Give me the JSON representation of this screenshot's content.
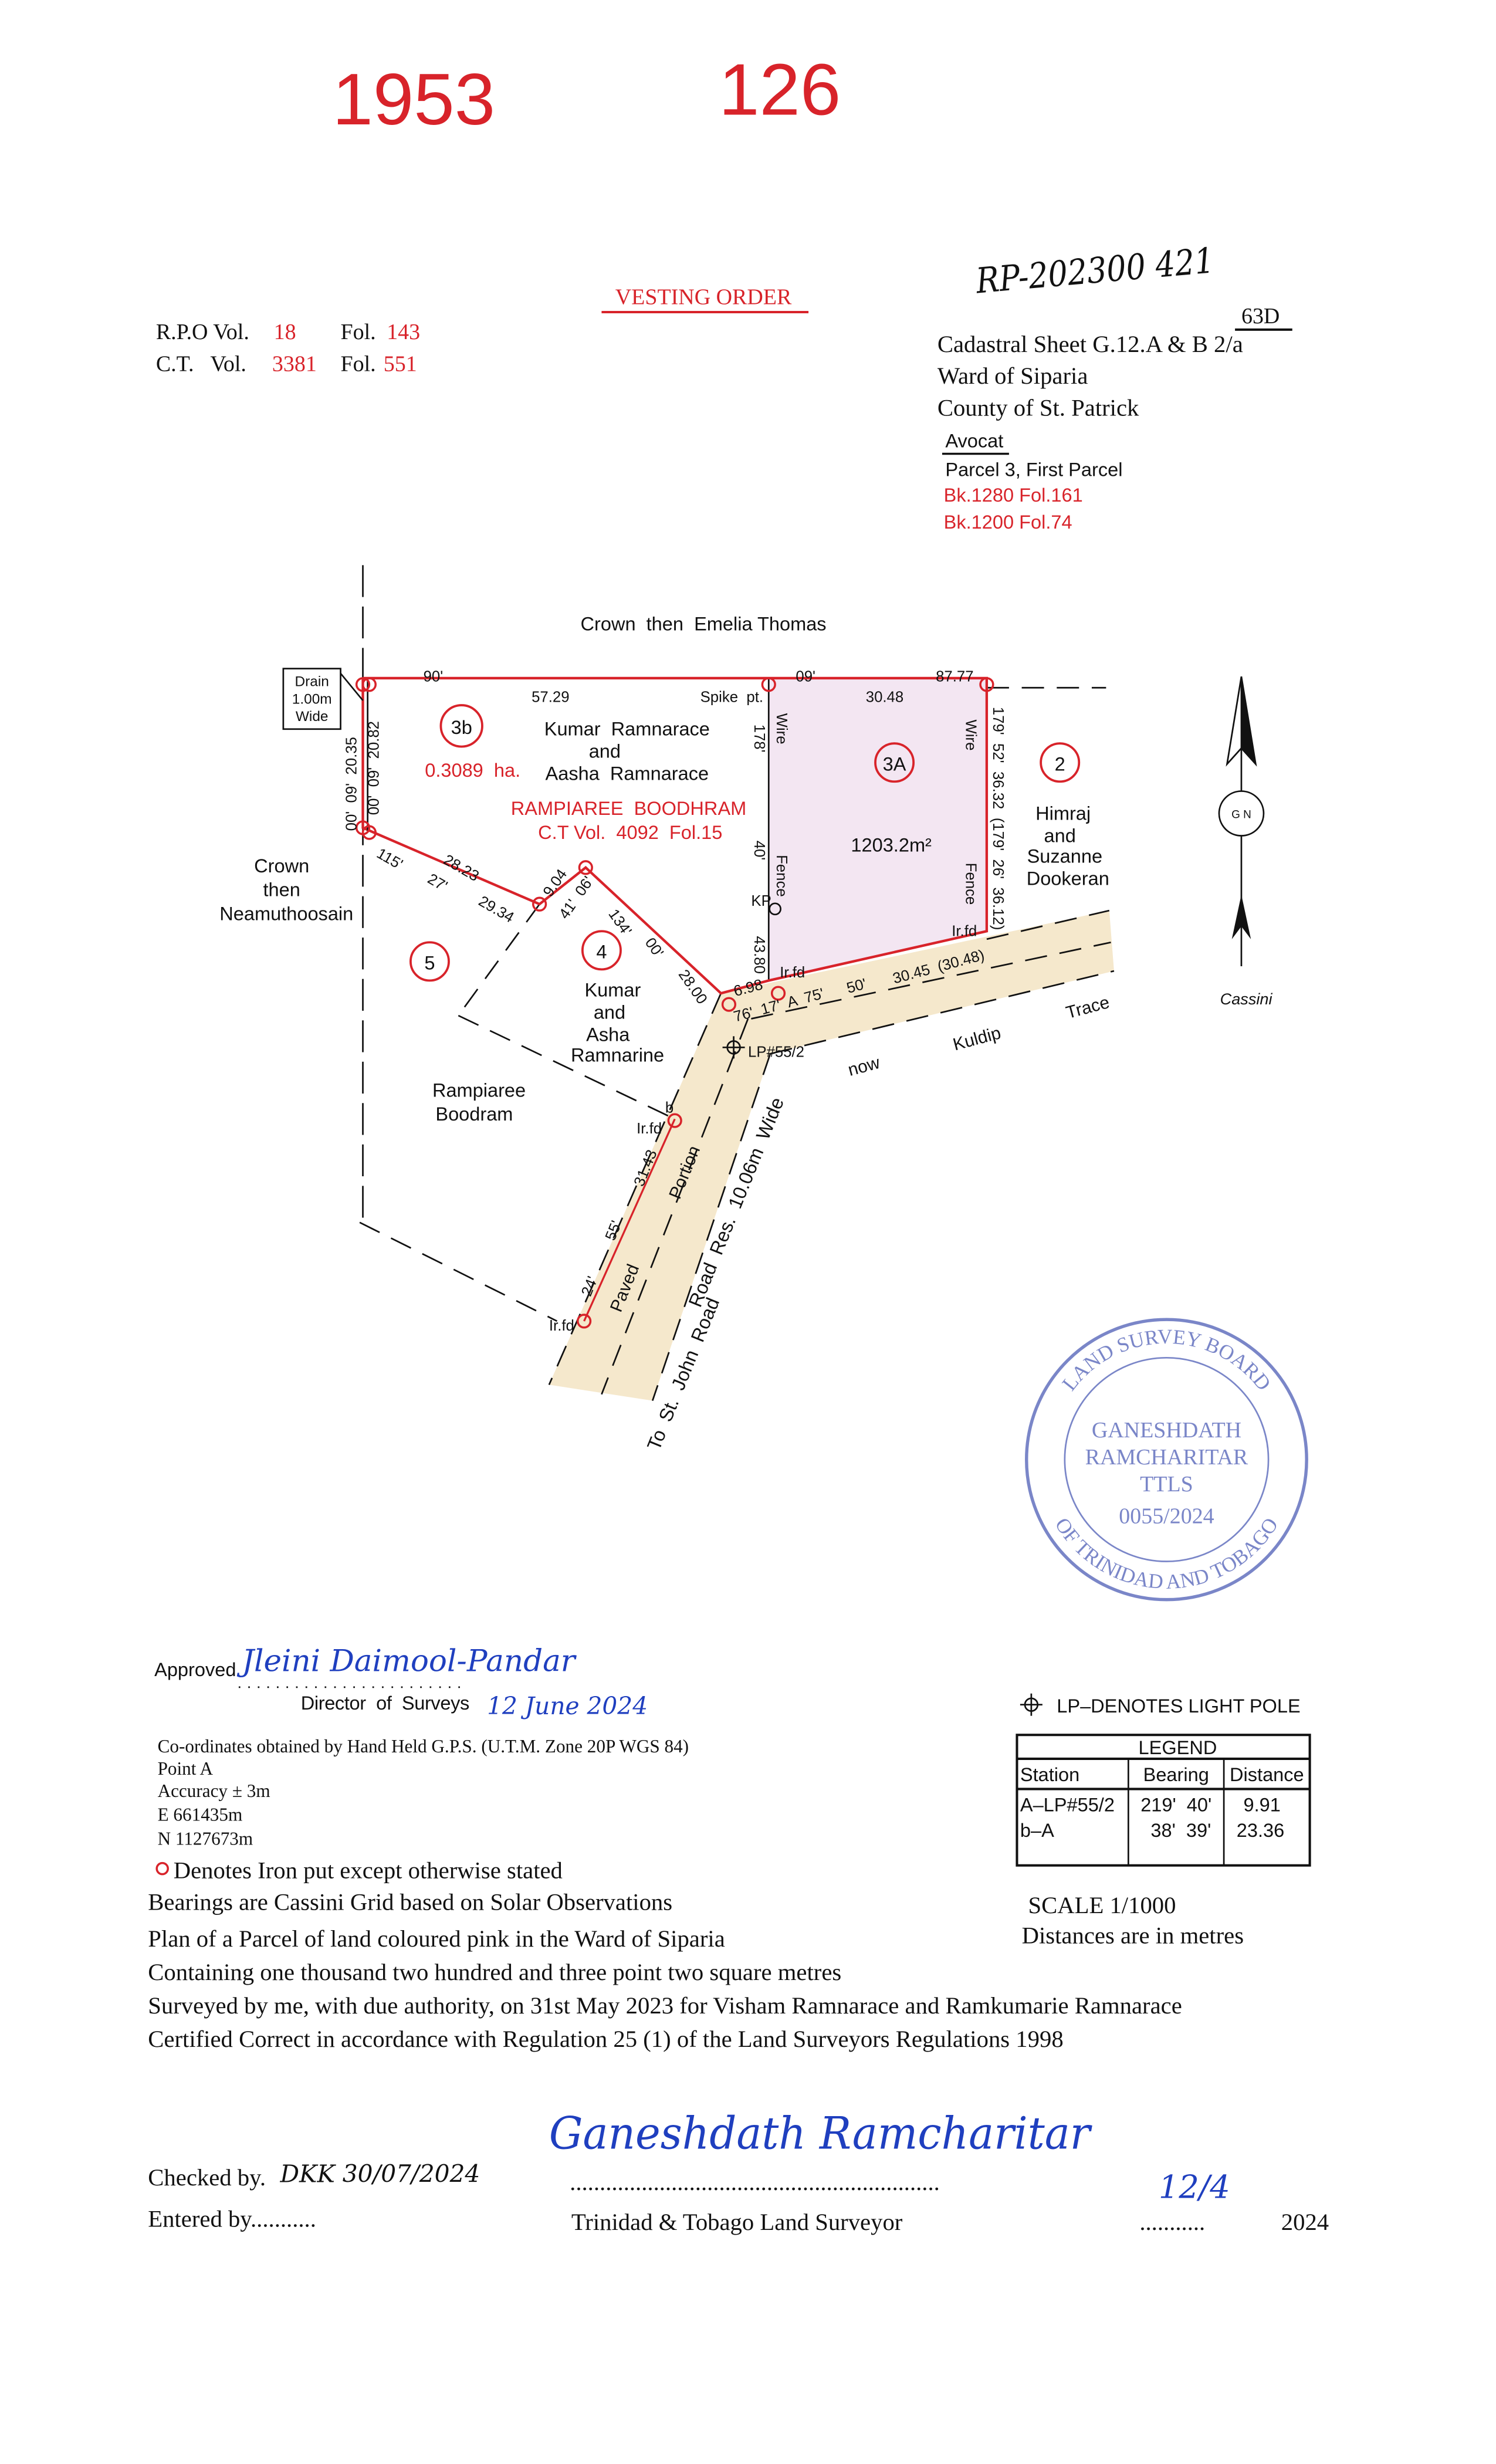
{
  "header": {
    "stamp_number_left": "1953",
    "stamp_number_right": "126",
    "title": "VESTING ORDER",
    "reference_handwritten": "RP-202300 421",
    "sheet_code": "63D",
    "rpo_label": "R.P.O Vol.",
    "rpo_vol": "18",
    "rpo_fol_label": "Fol.",
    "rpo_fol": "143",
    "ct_label": "C.T.   Vol.",
    "ct_vol": "3381",
    "ct_fol_label": "Fol.",
    "ct_fol": "551",
    "cadastral_sheet": "Cadastral Sheet G.12.A & B 2/a",
    "ward": "Ward of Siparia",
    "county": "County of St. Patrick",
    "estate": "Avocat",
    "parcel": "Parcel 3, First Parcel",
    "book1": "Bk.1280  Fol.161",
    "book2": "Bk.1200  Fol.74"
  },
  "plan": {
    "north_neighbour": "Crown  then  Emelia Thomas",
    "drain": [
      "Drain",
      "1.00m",
      "Wide"
    ],
    "left_neighbour": [
      "Crown",
      "then",
      "Neamuthoosain"
    ],
    "parcel_3b": {
      "label": "3b",
      "area": "0.3089  ha.",
      "owners": [
        "Kumar  Ramnarace",
        "and",
        "Aasha  Ramnarace"
      ],
      "title_owner": "RAMPIAREE  BOODHRAM",
      "title_ref": "C.T Vol.  4092  Fol.15"
    },
    "parcel_3a": {
      "label": "3A",
      "area": "1203.2m²"
    },
    "parcel_2": {
      "label": "2",
      "owners": [
        "Himraj",
        "and",
        "Suzanne",
        "Dookeran"
      ]
    },
    "parcel_4": {
      "label": "4",
      "owners": [
        "Kumar",
        "and",
        "Asha",
        "Ramnarine"
      ]
    },
    "parcel_5": {
      "label": "5"
    },
    "rampiaree": [
      "Rampiaree",
      "Boodram"
    ],
    "dims": {
      "top_bearing_a": "90'",
      "top_dist_a": "57.29",
      "top_bearing_b": "09'",
      "top_dist_b": "87.77",
      "top_dist_3a": "30.48",
      "spike": "Spike  pt.",
      "wire": "Wire",
      "fence": "Fence",
      "kp": "KP",
      "left_outer": "00'  09'  20.35",
      "left_inner": "00'  09'  20.82",
      "sw_bearing": "115'",
      "sw_27": "27'",
      "sw_dist1": "28.23",
      "sw_dist2": "29.34",
      "mid_dist": "9.04",
      "mid_bearing": "41'  06'",
      "diag_bearing": "134'",
      "diag_min": "00'",
      "diag_dist": "28.00",
      "inner_178": "178'",
      "inner_40": "40'",
      "inner_dist": "43.80",
      "right_dim": "179'  52'  36.32  (179'  26'  36.12)",
      "south_dist": "6.98",
      "south_bearing": "76'  17'  A  75'",
      "south_50": "50'",
      "south_main": "30.45  (30.48)",
      "irfd": "Ir.fd",
      "b": "b",
      "lp": "LP#55/2",
      "road_bearing": "55'",
      "road_24": "24'",
      "road_dist": "31.43"
    },
    "road": {
      "paved": "Paved",
      "portion": "Portion",
      "reserve": "Road  Res.  10.06m  Wide",
      "to": "To  St.  John  Road",
      "trace": [
        "now",
        "Kuldip",
        "Trace"
      ]
    },
    "compass": {
      "north_symbol": "G N",
      "label": "Cassini"
    },
    "seal": {
      "ring_top": "LAND SURVEY BOARD",
      "ring_bottom": "OF TRINIDAD AND TOBAGO",
      "name1": "GANESHDATH",
      "name2": "RAMCHARITAR",
      "title": "TTLS",
      "number": "0055/2024"
    }
  },
  "approval": {
    "approved_label": "Approved",
    "approved_signature": "Jleini Daimool-Pandar",
    "director_label": "Director  of  Surveys",
    "director_date": "12 June 2024"
  },
  "coordinates": {
    "heading": "Co-ordinates obtained by Hand Held G.P.S. (U.T.M. Zone 20P WGS 84)",
    "point": "Point A",
    "accuracy": "Accuracy ± 3m",
    "easting": "E 661435m",
    "northing": "N 1127673m"
  },
  "light_pole_note": "LP–DENOTES LIGHT POLE",
  "legend": {
    "title": "LEGEND",
    "columns": [
      "Station",
      "Bearing",
      "Distance"
    ],
    "rows": [
      {
        "station": "A–LP#55/2",
        "bearing": "219'  40'",
        "distance": "9.91"
      },
      {
        "station": "b–A",
        "bearing": "38'  39'",
        "distance": "23.36"
      }
    ]
  },
  "notes": {
    "iron": "Denotes Iron put except otherwise stated",
    "bearings": "Bearings are Cassini Grid based on Solar Observations",
    "plan": "Plan of a Parcel of land coloured pink in the Ward of Siparia",
    "containing": "Containing one thousand two hundred and three point two square metres",
    "surveyed": "Surveyed by me, with due authority, on 31st May 2023 for Visham Ramnarace and Ramkumarie Ramnarace",
    "certified": "Certified Correct in accordance with Regulation 25 (1) of the Land Surveyors Regulations 1998",
    "scale": "SCALE 1/1000",
    "units": "Distances are in metres"
  },
  "footer": {
    "checked_label": "Checked by.",
    "checked_value": "DKK 30/07/2024",
    "entered_label": "Entered by...........",
    "surveyor_signature": "Ganeshdath Ramcharitar",
    "surveyor_dots": "..............................................................",
    "surveyor_label": "Trinidad & Tobago Land Surveyor",
    "date_handwritten": "12/4",
    "date_dots": "...........",
    "year": "2024"
  },
  "colors": {
    "red": "#d8232a",
    "pink_fill": "#f3e6f2",
    "road_fill": "#f5e8cc",
    "ink_blue": "#1f3fbf",
    "seal_blue": "#7a86c8"
  }
}
